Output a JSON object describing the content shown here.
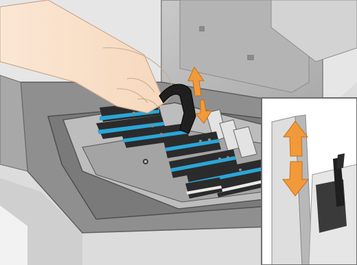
{
  "illustration": {
    "subject": "printhead-replacement",
    "colors": {
      "background": "#ffffff",
      "printer_shell": "#d8d8d8",
      "printer_interior": "#9a9a9a",
      "carriage": "#6e6e6e",
      "printhead_body": "#2b2b2b",
      "accent_cyan": "#2aa6d8",
      "accent_white": "#e9e9e9",
      "hand_skin": "#fbe3cd",
      "hand_outline": "#c9a98e",
      "arrow_orange": "#f29a3a",
      "inset_border": "#6e6e6e"
    },
    "printheads": {
      "count": 6,
      "accents": [
        "cyan",
        "cyan",
        "cyan",
        "cyan",
        "cyan",
        "white"
      ]
    },
    "arrows": {
      "main": {
        "icon": "double-arrow-vertical",
        "color": "#f29a3a"
      },
      "inset": {
        "icon": "double-arrow-vertical",
        "color": "#f29a3a"
      }
    },
    "inset": {
      "icon": "detail-zoom"
    }
  }
}
